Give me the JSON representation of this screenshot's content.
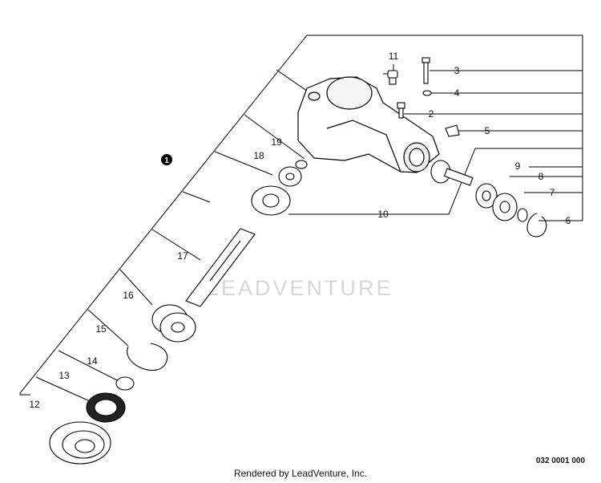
{
  "callouts": {
    "c1": "1",
    "c2": "2",
    "c3": "3",
    "c4": "4",
    "c5": "5",
    "c6": "6",
    "c7": "7",
    "c8": "8",
    "c9": "9",
    "c10": "10",
    "c11": "11",
    "c12": "12",
    "c13": "13",
    "c14": "14",
    "c15": "15",
    "c16": "16",
    "c17": "17",
    "c18": "18",
    "c19": "19"
  },
  "watermark": "LEADVENTURE",
  "diagram_code": "032 0001 000",
  "render_credit": "Rendered by LeadVenture, Inc."
}
